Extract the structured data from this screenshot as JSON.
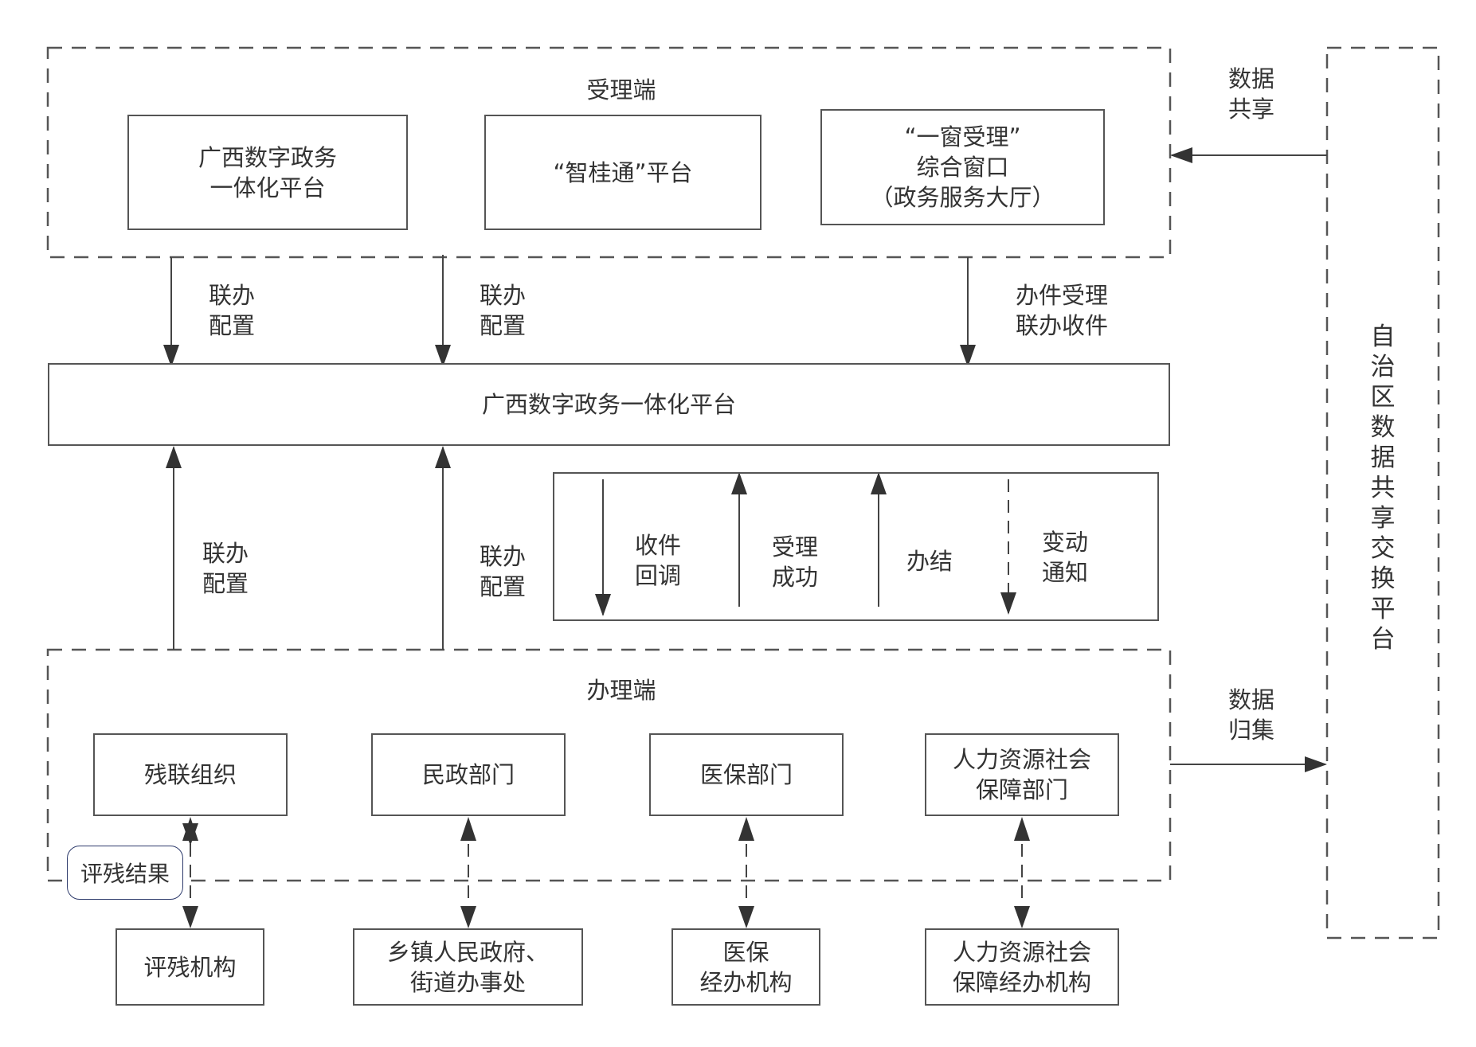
{
  "acceptance_zone": {
    "title": "受理端",
    "boxes": [
      {
        "label": "广西数字政务\n一体化平台"
      },
      {
        "label": "“智桂通”平台"
      },
      {
        "label": "“一窗受理”\n综合窗口\n（政务服务大厅）"
      }
    ]
  },
  "top_links": [
    {
      "label": "联办\n配置"
    },
    {
      "label": "联办\n配置"
    },
    {
      "label": "办件受理\n联办收件"
    }
  ],
  "central_platform": {
    "label": "广西数字政务一体化平台"
  },
  "bottom_links": [
    {
      "label": "联办\n配置"
    },
    {
      "label": "联办\n配置"
    }
  ],
  "status_flows": [
    {
      "label": "收件\n回调",
      "direction": "down",
      "style": "solid"
    },
    {
      "label": "受理\n成功",
      "direction": "up",
      "style": "solid"
    },
    {
      "label": "办结",
      "direction": "up",
      "style": "solid"
    },
    {
      "label": "变动\n通知",
      "direction": "down",
      "style": "dashed"
    }
  ],
  "processing_zone": {
    "title": "办理端",
    "departments": [
      {
        "label": "残联组织"
      },
      {
        "label": "民政部门"
      },
      {
        "label": "医保部门"
      },
      {
        "label": "人力资源社会\n保障部门"
      }
    ]
  },
  "agencies": [
    {
      "label": "评残机构"
    },
    {
      "label": "乡镇人民政府、\n街道办事处"
    },
    {
      "label": "医保\n经办机构"
    },
    {
      "label": "人力资源社会\n保障经办机构"
    }
  ],
  "result_tag": {
    "label": "评残结果"
  },
  "exchange_platform": {
    "label": "自治区数据共享交换平台"
  },
  "data_share": {
    "label": "数据\n共享"
  },
  "data_collect": {
    "label": "数据\n归集"
  }
}
